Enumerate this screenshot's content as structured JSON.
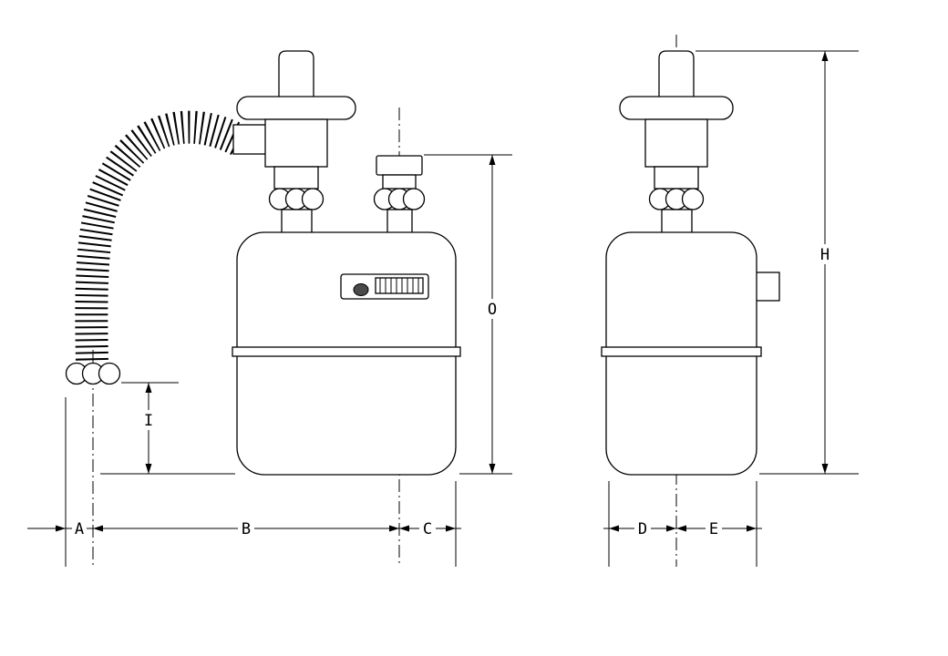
{
  "drawing": {
    "type": "technical-dimension-drawing",
    "background_color": "#ffffff",
    "line_color": "#000000",
    "indicator_dot_color": "#4a4a4a",
    "views": {
      "front": {
        "name": "gas-meter-front-view-with-flex-hose"
      },
      "side": {
        "name": "gas-meter-side-view"
      }
    },
    "dimension_labels": {
      "a": "A",
      "b": "B",
      "c": "C",
      "o": "O",
      "i": "I",
      "h": "H",
      "d": "D",
      "e": "E"
    }
  }
}
